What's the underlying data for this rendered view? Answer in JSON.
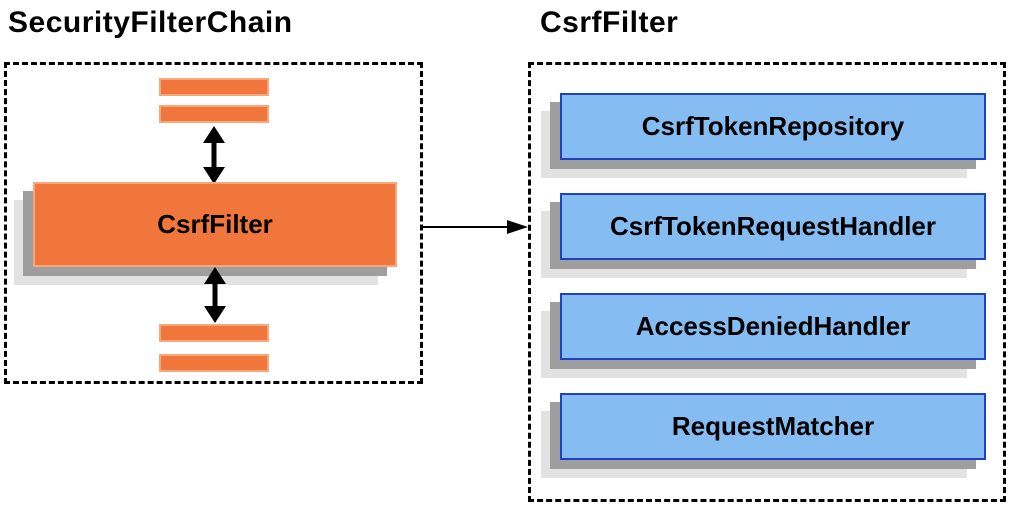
{
  "titles": {
    "left": "SecurityFilterChain",
    "right": "CsrfFilter"
  },
  "left_panel": {
    "filter_label": "CsrfFilter"
  },
  "right_panel": {
    "components": [
      {
        "label": "CsrfTokenRepository"
      },
      {
        "label": "CsrfTokenRequestHandler"
      },
      {
        "label": "AccessDeniedHandler"
      },
      {
        "label": "RequestMatcher"
      }
    ]
  },
  "icons": {
    "vertical_connectors": "double-headed-arrow-icon",
    "panel_connector": "right-arrow-icon"
  },
  "colors": {
    "accent_orange": "#F0763B",
    "accent_orange_border": "#F5A87C",
    "component_blue": "#85BDF2",
    "component_border_blue": "#1F41C4",
    "shadow_gray": "#9E9E9E",
    "shadow_light_gray": "#E2E2E2",
    "arrow_black": "#000000"
  }
}
